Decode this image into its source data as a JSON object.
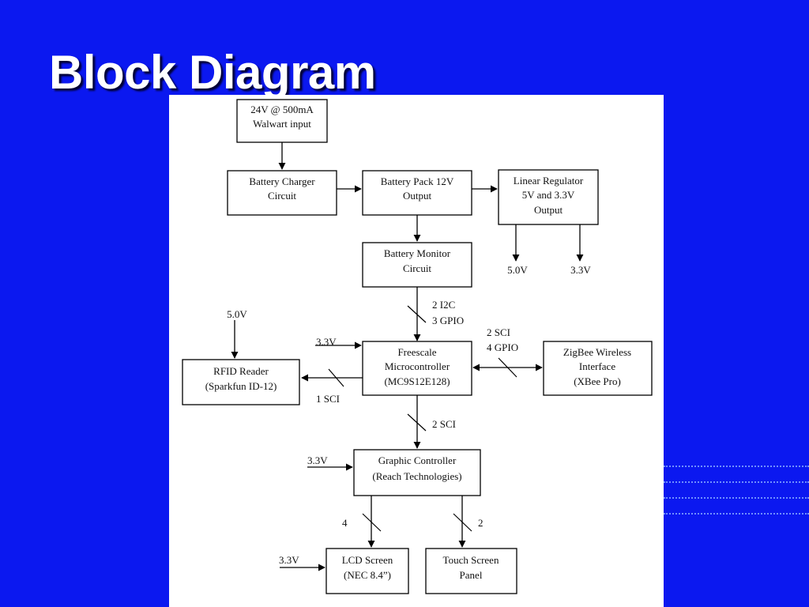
{
  "slide": {
    "title": "Block Diagram",
    "colors": {
      "background": "#0b18f0",
      "title": "#ffffff",
      "diagram_background": "#ffffff",
      "accent_dots": "#6f8fff"
    }
  },
  "diagram": {
    "blocks": {
      "walwart": [
        "24V @ 500mA",
        "Walwart input"
      ],
      "charger": [
        "Battery Charger",
        "Circuit"
      ],
      "pack": [
        "Battery Pack 12V",
        "Output"
      ],
      "regulator": [
        "Linear Regulator",
        "5V and 3.3V",
        "Output"
      ],
      "monitor": [
        "Battery Monitor",
        "Circuit"
      ],
      "rfid": [
        "RFID Reader",
        "(Sparkfun ID-12)"
      ],
      "mcu": [
        "Freescale",
        "Microcontroller",
        "(MC9S12E128)"
      ],
      "zigbee": [
        "ZigBee Wireless",
        "Interface",
        "(XBee Pro)"
      ],
      "graphic": [
        "Graphic Controller",
        "(Reach Technologies)"
      ],
      "lcd": [
        "LCD Screen",
        "(NEC 8.4”)"
      ],
      "touch": [
        "Touch Screen",
        "Panel"
      ]
    },
    "labels": {
      "reg_out_5v": "5.0V",
      "reg_out_33v": "3.3V",
      "monitor_bus_1": "2 I2C",
      "monitor_bus_2": "3 GPIO",
      "rfid_supply": "5.0V",
      "mcu_supply": "3.3V",
      "zigbee_bus_1": "2 SCI",
      "zigbee_bus_2": "4 GPIO",
      "rfid_bus": "1 SCI",
      "graphic_bus": "2 SCI",
      "graphic_supply": "3.3V",
      "lcd_bus": "4",
      "touch_bus": "2",
      "lcd_supply": "3.3V"
    }
  }
}
